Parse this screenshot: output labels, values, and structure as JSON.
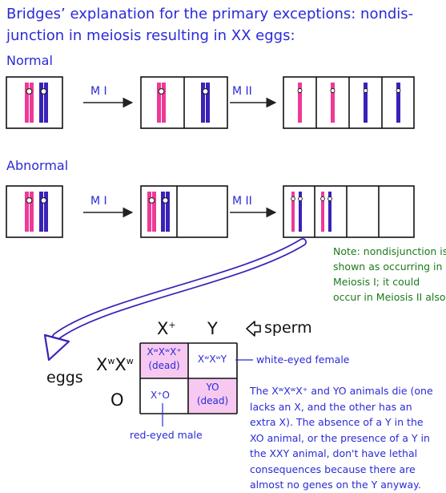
{
  "title": {
    "line1": "Bridges’ explanation for the primary exceptions: nondis-",
    "line2": "junction in meiosis resulting in XX eggs:"
  },
  "sections": {
    "normal": "Normal",
    "abnormal": "Abnormal"
  },
  "arrows": {
    "m1": "M I",
    "m2": "M II"
  },
  "note": {
    "line1": "Note: nondisjunction is",
    "line2": "shown as occurring in",
    "line3": "Meiosis I; it could",
    "line4": "occur in Meiosis II also."
  },
  "punnett": {
    "col_x": "X",
    "col_x_sup": "+",
    "col_y": "Y",
    "sperm": "sperm",
    "row_xx_base1": "X",
    "row_xx_sup1": "w",
    "row_xx_base2": "X",
    "row_xx_sup2": "w",
    "row_o": "O",
    "eggs": "eggs",
    "cell_xxx_line1": "XʷXʷX⁺",
    "cell_xxx_line2": "(dead)",
    "cell_xxy": "XʷXʷY",
    "cell_xo": "X⁺O",
    "cell_yo_line1": "YO",
    "cell_yo_line2": "(dead)",
    "white_eyed": "white-eyed female",
    "red_eyed": "red-eyed male"
  },
  "bottom_note": {
    "line1": "The XʷXʷX⁺ and YO animals die (one",
    "line2": "lacks an X, and the other has an",
    "line3": "extra X).  The absence of a Y in the",
    "line4": "XO animal, or the presence of a Y in",
    "line5": "the XXY animal, don't have lethal",
    "line6": "consequences because there are",
    "line7": "almost no genes on the Y anyway."
  },
  "colors": {
    "pink": "#ee3a96",
    "purple": "#3a22b8",
    "blue_text": "#2a2ad8",
    "green_text": "#1c7a1c",
    "cell_fill": "#f7c9f1"
  }
}
